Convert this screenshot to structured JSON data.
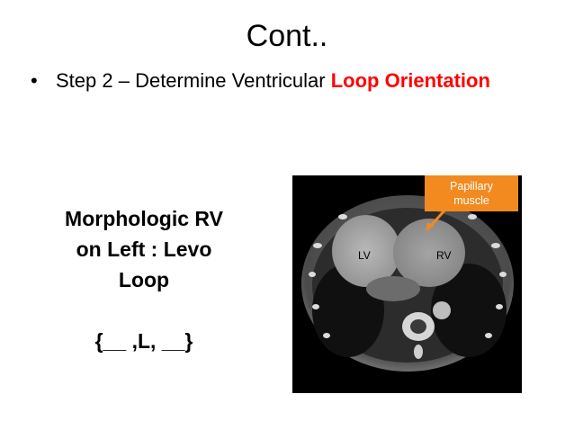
{
  "slide": {
    "title": "Cont..",
    "bullet": {
      "marker": "•",
      "prefix": "Step 2 – Determine Ventricular ",
      "highlight": "Loop Orientation"
    },
    "left_text": {
      "line1": "Morphologic RV",
      "line2": "on Left : Levo",
      "line3": "Loop",
      "notation": "{__ ,L, __}"
    },
    "image": {
      "callout_line1": "Papillary",
      "callout_line2": "muscle",
      "label_lv": "LV",
      "label_rv": "RV"
    }
  },
  "colors": {
    "highlight": "#ff0000",
    "callout": "#f28a1f",
    "background": "#ffffff"
  }
}
